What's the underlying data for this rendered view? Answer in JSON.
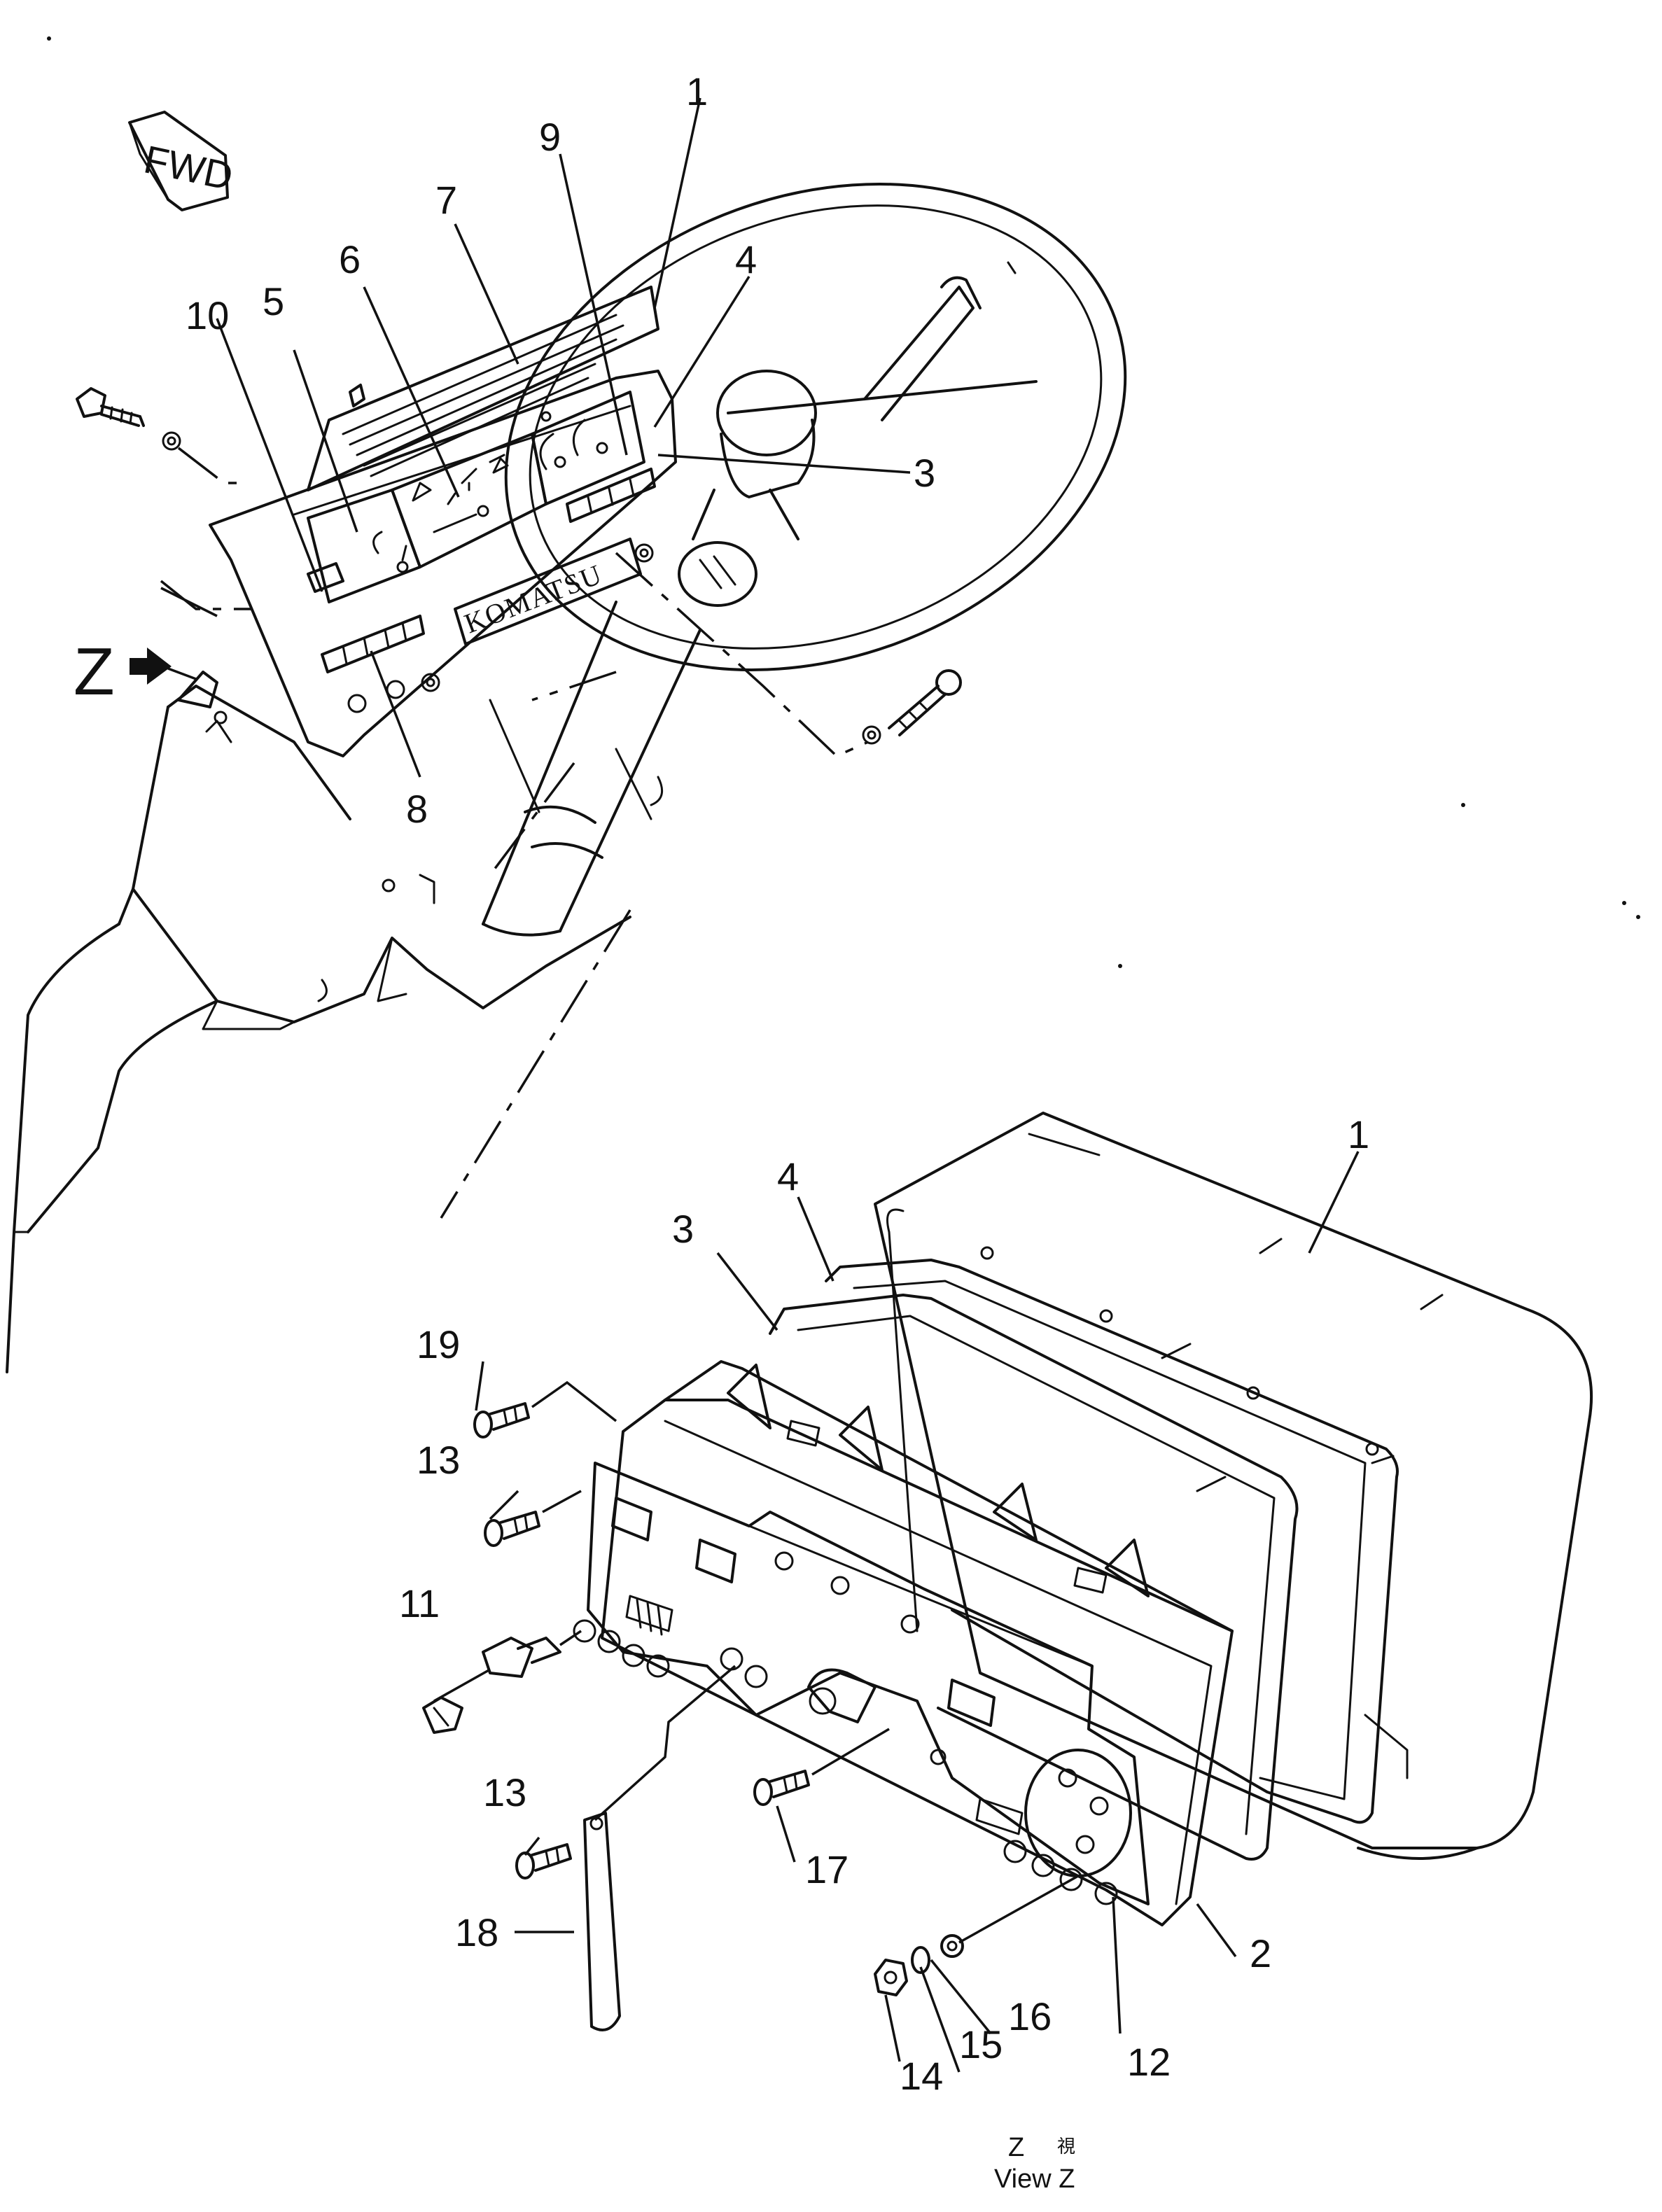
{
  "fwd_label": "FWD",
  "brand_logo": "KOMATSU",
  "view_arrow_label": "Z",
  "callouts_upper": [
    "1",
    "9",
    "7",
    "4",
    "6",
    "5",
    "10",
    "3",
    "8"
  ],
  "callouts_lower": [
    "1",
    "4",
    "3",
    "19",
    "13",
    "11",
    "13",
    "18",
    "17",
    "14",
    "15",
    "16",
    "12",
    "2"
  ],
  "view_caption": {
    "line1": "Z",
    "glyph": "視",
    "line2": "View Z"
  }
}
